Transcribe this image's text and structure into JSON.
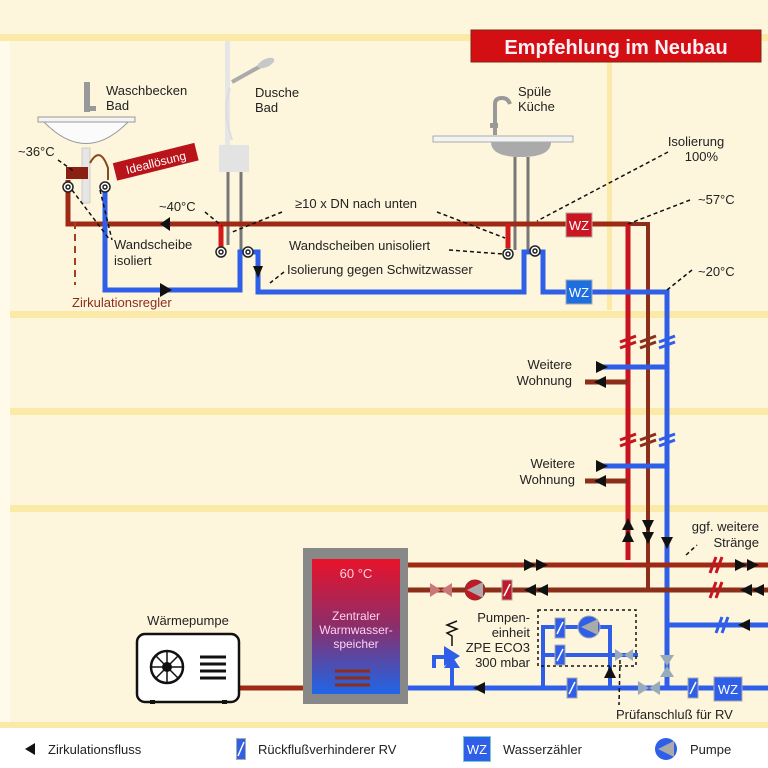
{
  "title": "Empfehlung im Neubau",
  "colors": {
    "hot": "#c8141e",
    "circulation": "#8b2e1a",
    "cold": "#2f5fe8",
    "background": "#fdf5dc",
    "title_bg": "#d40f14",
    "title_text": "#fff0f5",
    "wz_hot": "#cc1522",
    "wz_cold": "#1d6fe0"
  },
  "fixtures": {
    "waschbecken": [
      "Waschbecken",
      "Bad"
    ],
    "dusche": [
      "Dusche",
      "Bad"
    ],
    "spuele": [
      "Spüle",
      "Küche"
    ]
  },
  "labels": {
    "temp_36": "~36°C",
    "ideal": "Ideallösung",
    "temp_40": "~40°C",
    "dn": "≥10 x DN  nach unten",
    "isolierung": [
      "Isolierung",
      "100%"
    ],
    "temp_57": "~57°C",
    "temp_20": "~20°C",
    "wandscheibe_isoliert": [
      "Wandscheibe",
      "isoliert"
    ],
    "wandscheiben_unisoliert": "Wandscheiben unisoliert",
    "schwitzwasser": "Isolierung gegen Schwitzwasser",
    "zirkulationsregler": "Zirkulationsregler",
    "weitere_wohnung_1": [
      "Weitere",
      "Wohnung"
    ],
    "weitere_wohnung_2": [
      "Weitere",
      "Wohnung"
    ],
    "weitere_straenge": [
      "ggf. weitere",
      "Stränge"
    ],
    "speicher_temp": "60 °C",
    "speicher": [
      "Zentraler",
      "Warmwasser-",
      "speicher"
    ],
    "waermepumpe": "Wärmepumpe",
    "pumpeneinheit": [
      "Pumpen-",
      "einheit",
      "ZPE ECO3",
      "300 mbar"
    ],
    "pruefanschluss": "Prüfanschluß für RV",
    "wz": "WZ"
  },
  "legend": [
    {
      "icon": "circulation-arrow-icon",
      "label": "Zirkulationsfluss"
    },
    {
      "icon": "check-valve-icon",
      "label": "Rückflußverhinderer RV"
    },
    {
      "icon": "water-meter-icon",
      "label": "Wasserzähler",
      "symbol": "WZ"
    },
    {
      "icon": "pump-icon",
      "label": "Pumpe"
    }
  ]
}
